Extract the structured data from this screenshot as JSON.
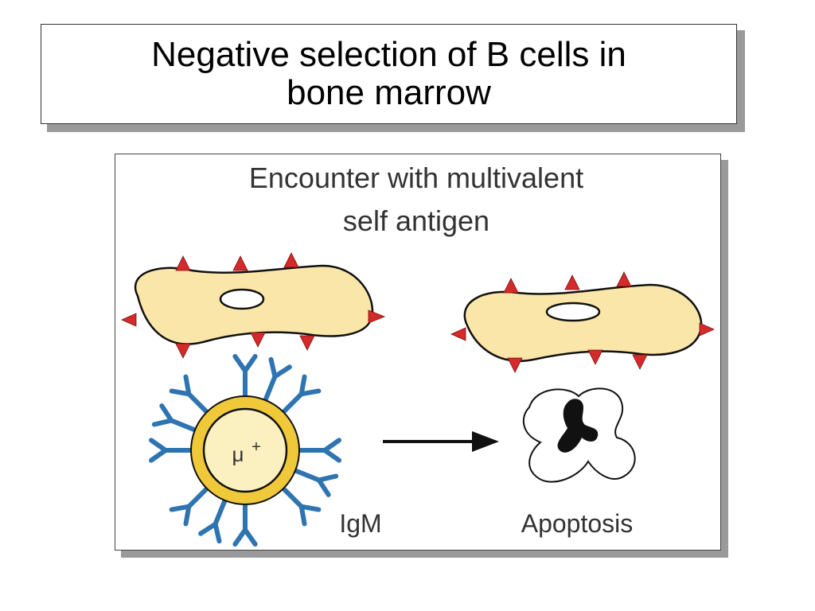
{
  "slide": {
    "title_lines": [
      "Negative selection of B cells in",
      "bone marrow"
    ]
  },
  "figure": {
    "heading_lines": [
      "Encounter with multivalent",
      "self antigen"
    ],
    "b_cell_label": "μ",
    "b_cell_label_superscript": "+",
    "receptor_label": "IgM",
    "outcome_label": "Apoptosis"
  },
  "colors": {
    "self_cell_fill": "#f9e6a8",
    "antigen_red": "#d42a2a",
    "receptor_blue": "#2e74b0",
    "b_cell_ring": "#f0c93a",
    "b_cell_core": "#fbf0c0",
    "outline": "#111111"
  }
}
